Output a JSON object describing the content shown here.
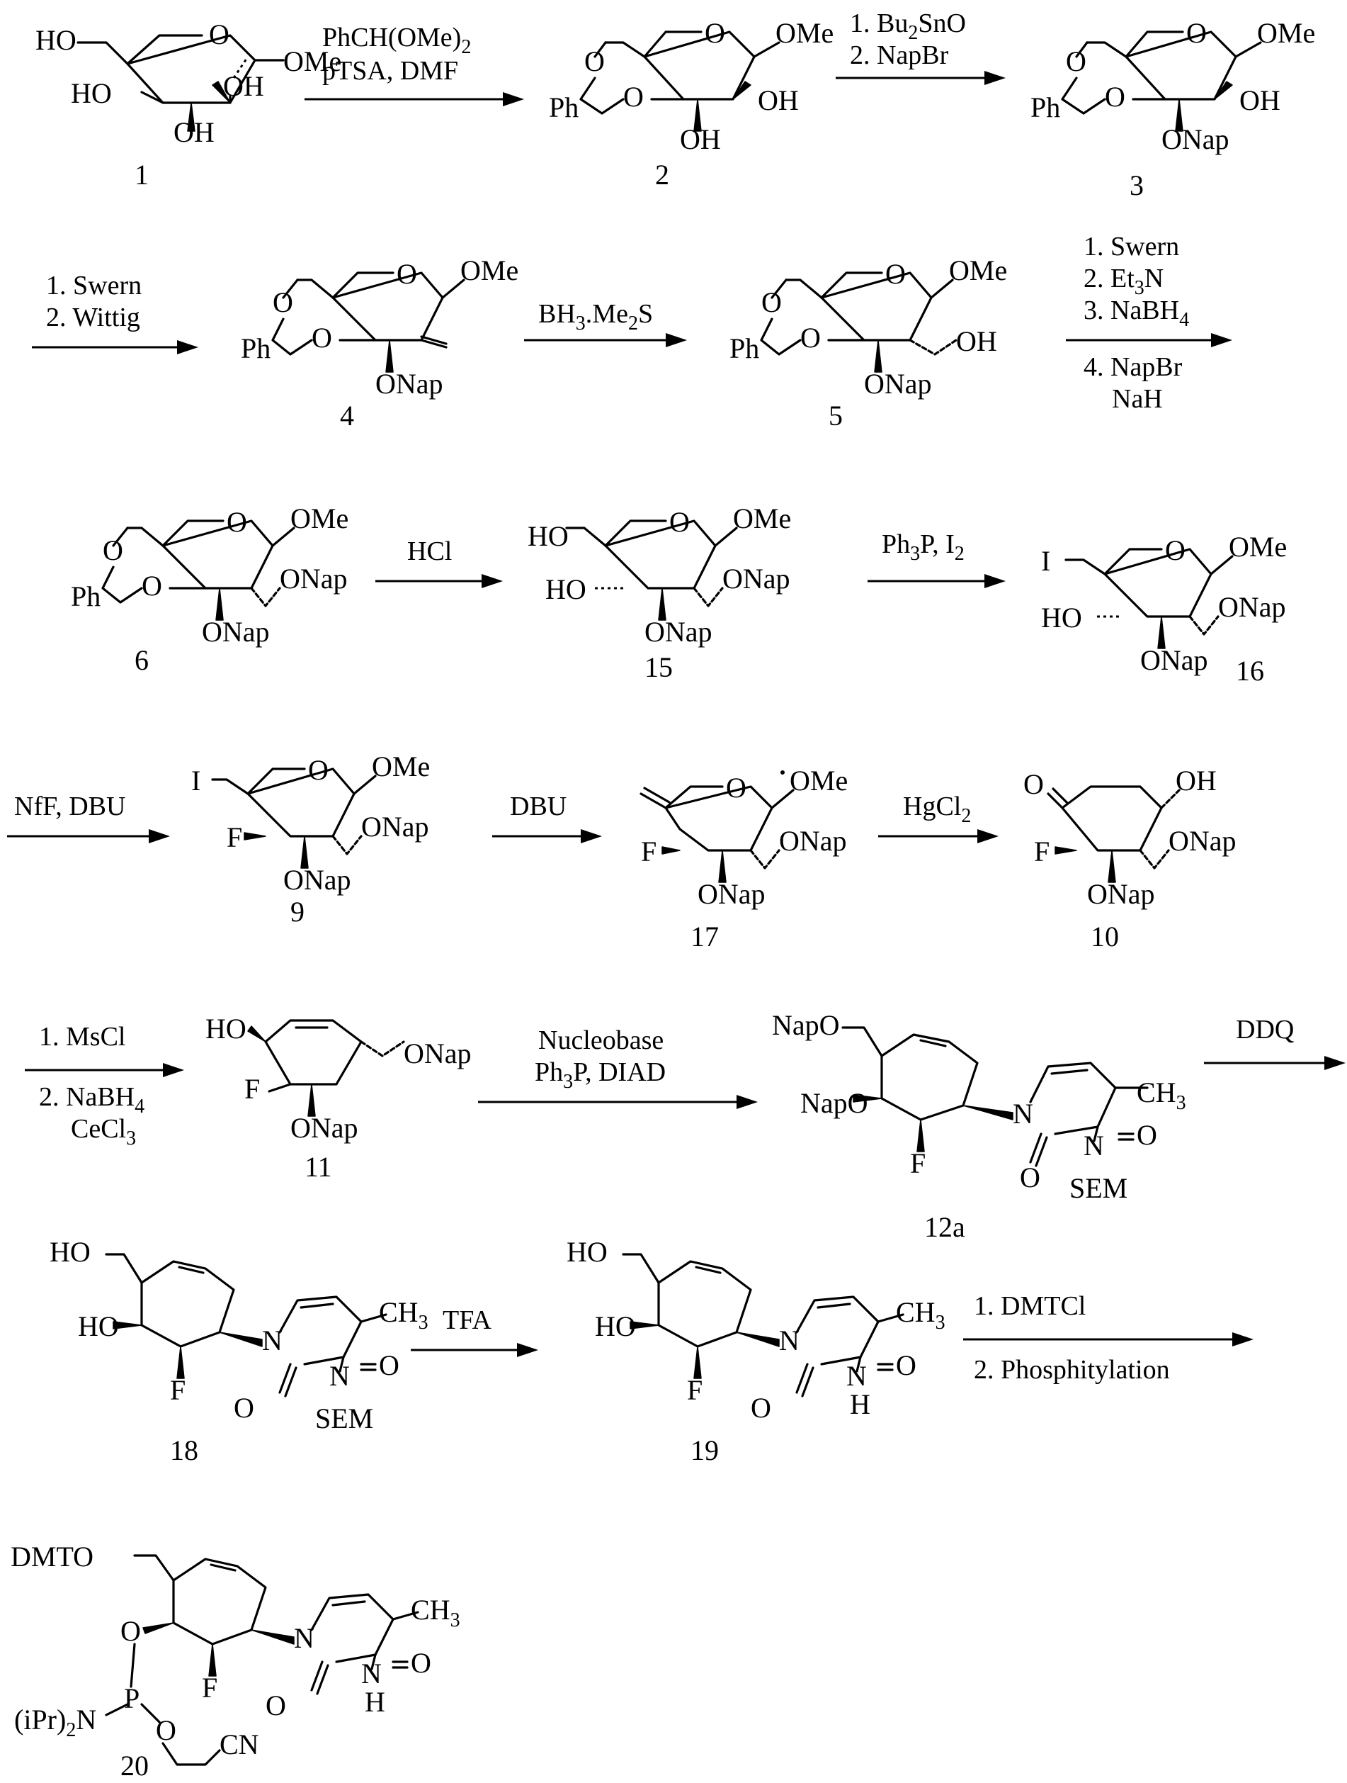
{
  "compounds": {
    "c1": {
      "id": "1",
      "ome": "OMe",
      "ho_top": "HO",
      "ho_left": "HO",
      "oh_right": "OH",
      "oh_bottom": "OH"
    },
    "c2": {
      "id": "2",
      "ome": "OMe",
      "ph": "Ph",
      "oh_right": "OH",
      "oh_bottom": "OH"
    },
    "c3": {
      "id": "3",
      "ome": "OMe",
      "ph": "Ph",
      "oh_right": "OH",
      "onap": "ONap"
    },
    "c4": {
      "id": "4",
      "ome": "OMe",
      "ph": "Ph",
      "onap": "ONap"
    },
    "c5": {
      "id": "5",
      "ome": "OMe",
      "ph": "Ph",
      "oh": "OH",
      "onap": "ONap"
    },
    "c6": {
      "id": "6",
      "ome": "OMe",
      "ph": "Ph",
      "onap_side": "ONap",
      "onap": "ONap"
    },
    "c15": {
      "id": "15",
      "ome": "OMe",
      "ho_top": "HO",
      "ho_left": "HO",
      "onap_side": "ONap",
      "onap": "ONap"
    },
    "c16": {
      "id": "16",
      "ome": "OMe",
      "iodo": "I",
      "ho_left": "HO",
      "onap_side": "ONap",
      "onap": "ONap"
    },
    "c9": {
      "id": "9",
      "ome": "OMe",
      "iodo": "I",
      "f": "F",
      "onap_side": "ONap",
      "onap": "ONap"
    },
    "c17": {
      "id": "17",
      "ome": "OMe",
      "f": "F",
      "onap_side": "ONap",
      "onap": "ONap"
    },
    "c10": {
      "id": "10",
      "oh": "OH",
      "f": "F",
      "onap_side": "ONap",
      "onap": "ONap"
    },
    "c11": {
      "id": "11",
      "ho": "HO",
      "f": "F",
      "onap_side": "ONap",
      "onap": "ONap"
    },
    "c12a": {
      "id": "12a",
      "napo_top": "NapO",
      "napo_left": "NapO",
      "f": "F",
      "ch3": "CH",
      "ch3_sub": "3",
      "sem": "SEM"
    },
    "c18": {
      "id": "18",
      "ho_top": "HO",
      "ho_left": "HO",
      "f": "F",
      "ch3": "CH",
      "ch3_sub": "3",
      "sem": "SEM"
    },
    "c19": {
      "id": "19",
      "ho_top": "HO",
      "ho_left": "HO",
      "f": "F",
      "ch3": "CH",
      "ch3_sub": "3",
      "nh": "H"
    },
    "c20": {
      "id": "20",
      "dmto": "DMTO",
      "ipr": "(iPr)",
      "ipr_sub": "2",
      "cn": "CN",
      "ch3": "CH",
      "ch3_sub": "3",
      "nh": "H"
    }
  },
  "reagents": {
    "r1_line1": "PhCH(OMe)",
    "r1_line1_sub": "2",
    "r1_line2": "pTSA, DMF",
    "r2_line1": "1. Bu",
    "r2_line1_sub": "2",
    "r2_line1_end": "SnO",
    "r2_line2": "2. NapBr",
    "r3_line1": "1. Swern",
    "r3_line2": "2. Wittig",
    "r4": "BH",
    "r4_sub": "3",
    "r4_end": ".Me",
    "r4_sub2": "2",
    "r4_end2": "S",
    "r5_line1": "1. Swern",
    "r5_line2": "2. Et",
    "r5_line2_sub": "3",
    "r5_line2_end": "N",
    "r5_line3": "3. NaBH",
    "r5_line3_sub": "4",
    "r5_line4": "4. NapBr",
    "r5_line5": "NaH",
    "r6": "HCl",
    "r7": "Ph",
    "r7_sub": "3",
    "r7_end": "P, I",
    "r7_sub2": "2",
    "r8": "NfF, DBU",
    "r9": "DBU",
    "r10": "HgCl",
    "r10_sub": "2",
    "r11_line1": "1. MsCl",
    "r11_line2": "2. NaBH",
    "r11_line2_sub": "4",
    "r11_line3": "CeCl",
    "r11_line3_sub": "3",
    "r12_line1": "Nucleobase",
    "r12_line2": "Ph",
    "r12_line2_sub": "3",
    "r12_line2_end": "P, DIAD",
    "r13": "DDQ",
    "r14": "TFA",
    "r15_line1": "1. DMTCl",
    "r15_line2": "2. Phosphitylation"
  }
}
